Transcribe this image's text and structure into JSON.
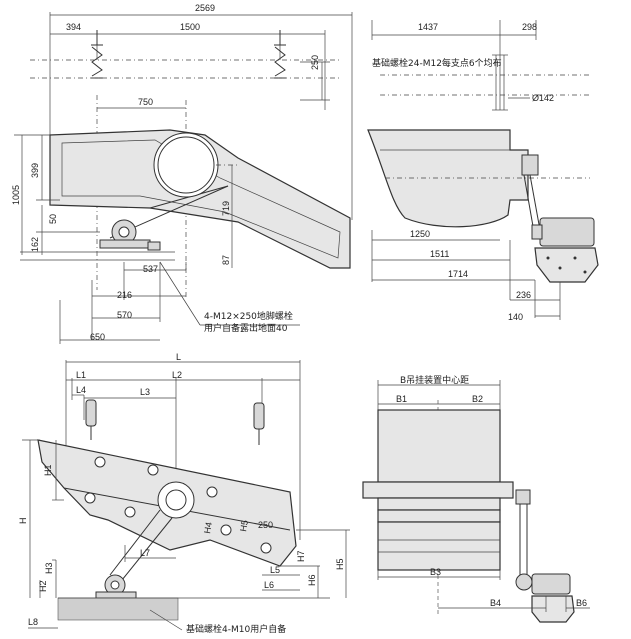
{
  "top_left": {
    "dims": {
      "total": "2569",
      "left_offset": "394",
      "span": "1500",
      "spring_h": "250",
      "half": "750",
      "height_total": "1005",
      "h399": "399",
      "h50": "50",
      "h162": "162",
      "h719": "719",
      "h87": "87",
      "w537": "537",
      "w216": "216",
      "w570": "570",
      "w650": "650"
    },
    "note_line1": "4-M12×250地脚螺栓",
    "note_line2": "用户自备露出地面40"
  },
  "top_right": {
    "dims": {
      "w1437": "1437",
      "w298": "298",
      "phi": "Ø142",
      "w1250": "1250",
      "w1511": "1511",
      "w1714": "1714",
      "w236": "236",
      "w140": "140"
    },
    "note": "基础螺栓24-M12每支点6个均布"
  },
  "bottom_left": {
    "dims": {
      "L": "L",
      "L1": "L1",
      "L2": "L2",
      "L3": "L3",
      "L4": "L4",
      "L5": "L5",
      "L6": "L6",
      "L7": "L7",
      "L8": "L8",
      "H": "H",
      "H1": "H1",
      "H2": "H2",
      "H3": "H3",
      "H4": "H4",
      "H5": "H5",
      "H5b": "H5",
      "H6": "H6",
      "H7": "H7",
      "d250": "250"
    },
    "note": "基础螺栓4-M10用户自备"
  },
  "bottom_right": {
    "title": "B吊挂装置中心距",
    "dims": {
      "B1": "B1",
      "B2": "B2",
      "B3": "B3",
      "B4": "B4",
      "B6": "B6"
    }
  }
}
